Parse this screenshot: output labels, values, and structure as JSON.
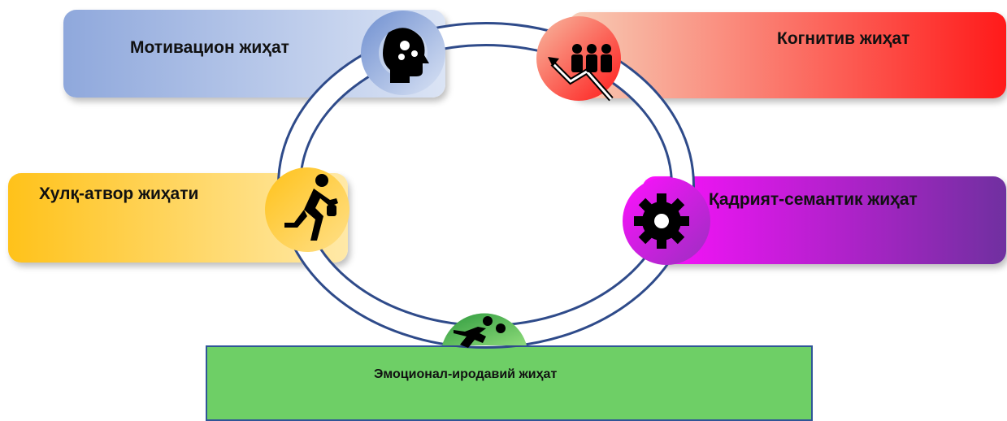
{
  "diagram": {
    "nodes": [
      {
        "id": "motivational",
        "label": "Мотивацион жиҳат",
        "icon": "head-gears-icon",
        "color": "#8fa8dc"
      },
      {
        "id": "cognitive",
        "label": "Когнитив жиҳат",
        "icon": "growth-people-icon",
        "color": "#ff1a1a"
      },
      {
        "id": "behavioral",
        "label": "Хулқ-атвор жиҳати",
        "icon": "runner-icon",
        "color": "#ffc21a"
      },
      {
        "id": "value",
        "label": "Қадрият-семантик жиҳат",
        "icon": "gear-icon",
        "color": "#ff10ff"
      },
      {
        "id": "emotional",
        "label": "Эмоционал-иродавий жиҳат",
        "icon": "sprinter-icon",
        "color": "#6ecf66"
      }
    ],
    "ring_color": "#2f4b8a"
  }
}
